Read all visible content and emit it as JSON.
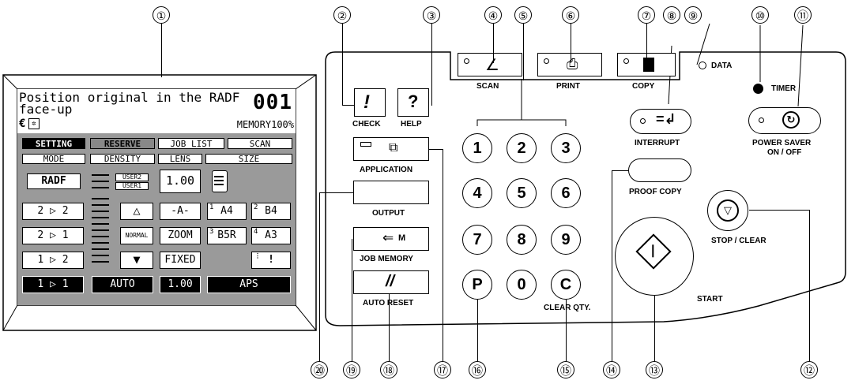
{
  "callouts": [
    "①",
    "②",
    "③",
    "④",
    "⑤",
    "⑥",
    "⑦",
    "⑧",
    "⑨",
    "⑩",
    "⑪",
    "⑫",
    "⑬",
    "⑭",
    "⑮",
    "⑯",
    "⑰",
    "⑱",
    "⑲",
    "⑳"
  ],
  "lcd": {
    "message_line1": "Position original in the RADF",
    "message_line2": "face-up",
    "counter": "001",
    "memory": "MEMORY100%",
    "tabs": [
      "SETTING",
      "RESERVE",
      "JOB LIST",
      "SCAN"
    ],
    "headers": [
      "MODE",
      "DENSITY",
      "LENS",
      "SIZE"
    ],
    "mode": {
      "radf": "RADF",
      "rows": [
        "2 ▷ 2",
        "2 ▷ 1",
        "1 ▷ 2",
        "1 ▷ 1"
      ]
    },
    "density": {
      "user2": "USER2",
      "user1": "USER1",
      "up": "△",
      "normal": "NORMAL",
      "down": "▼",
      "auto": "AUTO"
    },
    "lens": {
      "value": "1.00",
      "minus_a": "-A-",
      "zoom": "ZOOM",
      "fixed": "FIXED",
      "bottom": "1.00"
    },
    "size": {
      "a4": "A4",
      "a4_num": "1",
      "b4": "B4",
      "b4_num": "2",
      "b5r": "B5R",
      "b5r_num": "3",
      "a3": "A3",
      "a3_num": "4",
      "exclaim": "!",
      "aps": "APS"
    }
  },
  "panel": {
    "check": "CHECK",
    "help": "HELP",
    "scan": "SCAN",
    "print": "PRINT",
    "copy": "COPY",
    "data": "DATA",
    "timer": "TIMER",
    "interrupt": "INTERRUPT",
    "power_saver": "POWER SAVER",
    "on_off": "ON / OFF",
    "application": "APPLICATION",
    "output": "OUTPUT",
    "job_memory": "JOB MEMORY",
    "job_memory_m": "M",
    "auto_reset": "AUTO RESET",
    "proof_copy": "PROOF COPY",
    "stop_clear": "STOP / CLEAR",
    "start": "START",
    "clear_qty": "CLEAR QTY.",
    "keys": [
      "1",
      "2",
      "3",
      "4",
      "5",
      "6",
      "7",
      "8",
      "9",
      "P",
      "0",
      "C"
    ]
  }
}
